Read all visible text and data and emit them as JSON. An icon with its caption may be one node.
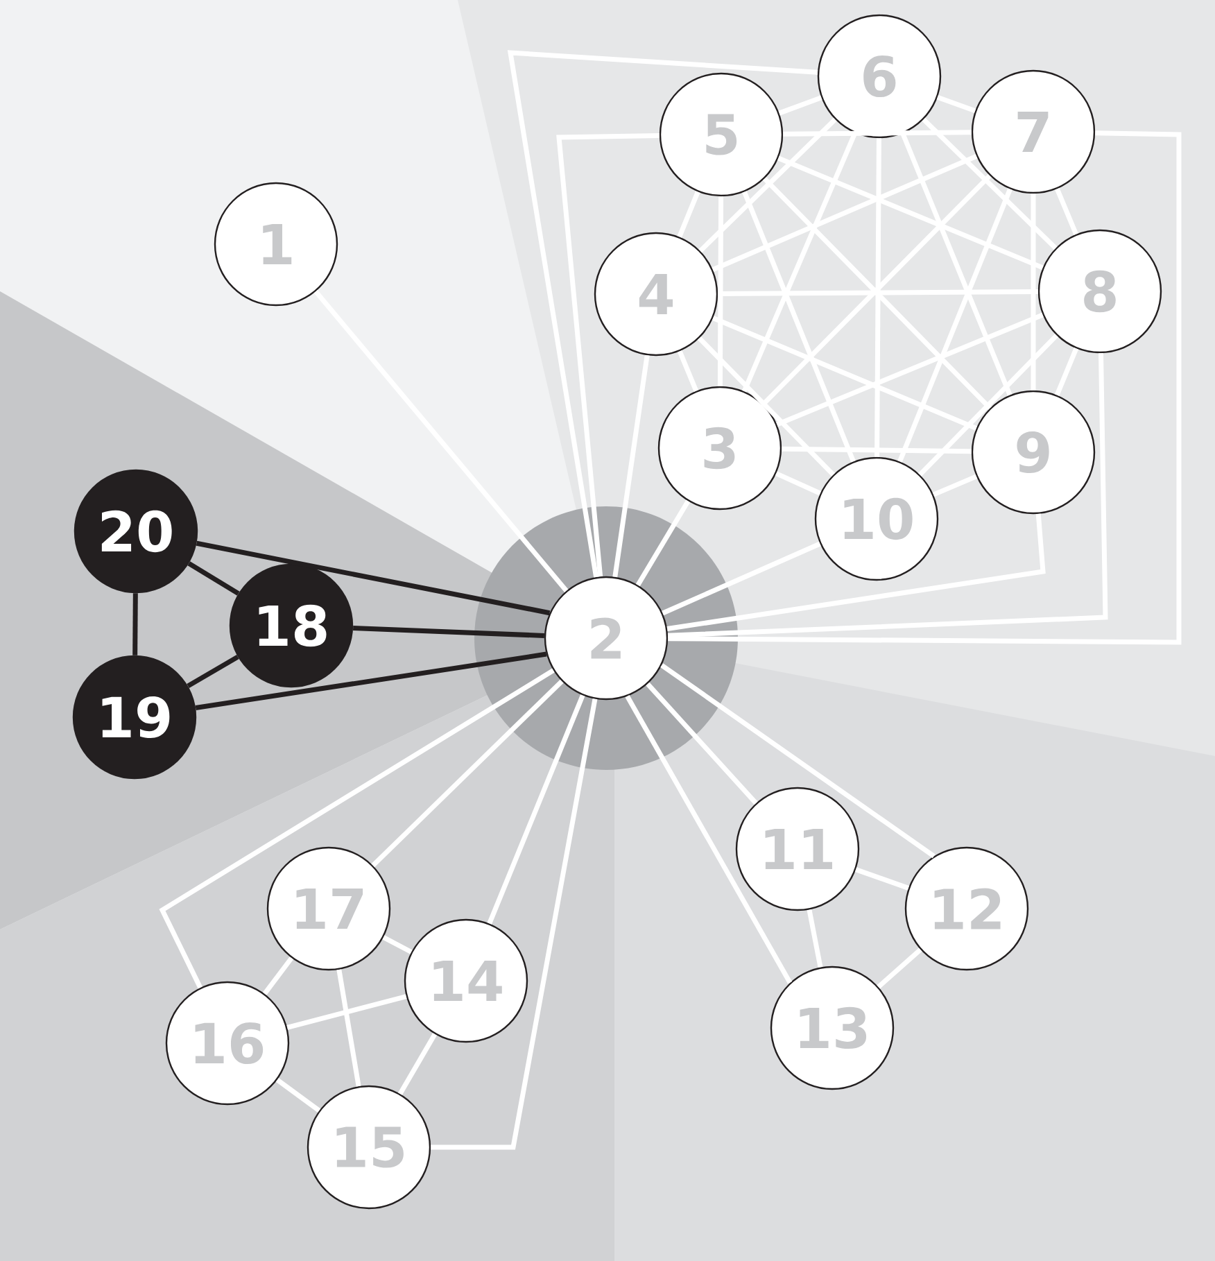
{
  "diagram": {
    "nodes": [
      {
        "text": [
          "1"
        ]
      },
      {
        "text": [
          "2"
        ]
      },
      {
        "text": [
          "3"
        ]
      },
      {
        "text": [
          "4"
        ]
      },
      {
        "text": [
          "5"
        ]
      },
      {
        "text": [
          "6"
        ]
      },
      {
        "text": [
          "7"
        ]
      },
      {
        "text": [
          "8"
        ]
      },
      {
        "text": [
          "9"
        ]
      },
      {
        "text": [
          "10"
        ]
      },
      {
        "text": [
          "11"
        ]
      },
      {
        "text": [
          "12"
        ]
      },
      {
        "text": [
          "13"
        ]
      },
      {
        "text": [
          "14"
        ]
      },
      {
        "text": [
          "15"
        ]
      },
      {
        "text": [
          "16"
        ]
      },
      {
        "text": [
          "17"
        ]
      },
      {
        "text": [
          "18"
        ]
      },
      {
        "text": [
          "19"
        ]
      },
      {
        "text": [
          "20"
        ]
      }
    ],
    "edges": [
      {
        "from": 1,
        "to": 0,
        "arrow": "none"
      },
      {
        "from": 1,
        "to": 2,
        "arrow": "none"
      },
      {
        "from": 1,
        "to": 3,
        "arrow": "none"
      },
      {
        "from": 1,
        "to": 4,
        "arrow": "none"
      },
      {
        "from": 1,
        "to": 5,
        "arrow": "none"
      },
      {
        "from": 1,
        "to": 6,
        "arrow": "none"
      },
      {
        "from": 1,
        "to": 7,
        "arrow": "none"
      },
      {
        "from": 1,
        "to": 8,
        "arrow": "none"
      },
      {
        "from": 1,
        "to": 9,
        "arrow": "none"
      },
      {
        "from": 1,
        "to": 10,
        "arrow": "none"
      },
      {
        "from": 1,
        "to": 11,
        "arrow": "none"
      },
      {
        "from": 1,
        "to": 12,
        "arrow": "none"
      },
      {
        "from": 1,
        "to": 13,
        "arrow": "none"
      },
      {
        "from": 1,
        "to": 14,
        "arrow": "none"
      },
      {
        "from": 1,
        "to": 15,
        "arrow": "none"
      },
      {
        "from": 1,
        "to": 16,
        "arrow": "none"
      },
      {
        "from": 1,
        "to": 17,
        "arrow": "none",
        "color": "#231f20"
      },
      {
        "from": 1,
        "to": 18,
        "arrow": "none",
        "color": "#231f20"
      },
      {
        "from": 1,
        "to": 19,
        "arrow": "none",
        "color": "#231f20"
      },
      {
        "from": 19,
        "to": 17,
        "arrow": "none",
        "color": "#231f20"
      },
      {
        "from": 19,
        "to": 18,
        "arrow": "none",
        "color": "#231f20"
      },
      {
        "from": 17,
        "to": 18,
        "arrow": "none",
        "color": "#231f20"
      },
      {
        "from": 10,
        "to": 11,
        "arrow": "none"
      },
      {
        "from": 10,
        "to": 12,
        "arrow": "none"
      },
      {
        "from": 11,
        "to": 12,
        "arrow": "none"
      },
      {
        "from": 16,
        "to": 13,
        "arrow": "none"
      },
      {
        "from": 16,
        "to": 15,
        "arrow": "none"
      },
      {
        "from": 16,
        "to": 14,
        "arrow": "none"
      },
      {
        "from": 15,
        "to": 13,
        "arrow": "none"
      },
      {
        "from": 15,
        "to": 14,
        "arrow": "none"
      },
      {
        "from": 13,
        "to": 14,
        "arrow": "none"
      },
      {
        "from": 2,
        "to": 3,
        "arrow": "none"
      },
      {
        "from": 2,
        "to": 4,
        "arrow": "none"
      },
      {
        "from": 2,
        "to": 5,
        "arrow": "none"
      },
      {
        "from": 2,
        "to": 6,
        "arrow": "none"
      },
      {
        "from": 2,
        "to": 7,
        "arrow": "none"
      },
      {
        "from": 2,
        "to": 8,
        "arrow": "none"
      },
      {
        "from": 2,
        "to": 9,
        "arrow": "none"
      },
      {
        "from": 3,
        "to": 4,
        "arrow": "none"
      },
      {
        "from": 3,
        "to": 5,
        "arrow": "none"
      },
      {
        "from": 3,
        "to": 6,
        "arrow": "none"
      },
      {
        "from": 3,
        "to": 7,
        "arrow": "none"
      },
      {
        "from": 3,
        "to": 8,
        "arrow": "none"
      },
      {
        "from": 3,
        "to": 9,
        "arrow": "none"
      },
      {
        "from": 4,
        "to": 5,
        "arrow": "none"
      },
      {
        "from": 4,
        "to": 6,
        "arrow": "none"
      },
      {
        "from": 4,
        "to": 7,
        "arrow": "none"
      },
      {
        "from": 4,
        "to": 8,
        "arrow": "none"
      },
      {
        "from": 4,
        "to": 9,
        "arrow": "none"
      },
      {
        "from": 5,
        "to": 6,
        "arrow": "none"
      },
      {
        "from": 5,
        "to": 7,
        "arrow": "none"
      },
      {
        "from": 5,
        "to": 8,
        "arrow": "none"
      },
      {
        "from": 5,
        "to": 9,
        "arrow": "none"
      },
      {
        "from": 6,
        "to": 7,
        "arrow": "none"
      },
      {
        "from": 6,
        "to": 8,
        "arrow": "none"
      },
      {
        "from": 6,
        "to": 9,
        "arrow": "none"
      },
      {
        "from": 7,
        "to": 8,
        "arrow": "none"
      },
      {
        "from": 7,
        "to": 9,
        "arrow": "none"
      },
      {
        "from": 8,
        "to": 9,
        "arrow": "none"
      }
    ]
  }
}
